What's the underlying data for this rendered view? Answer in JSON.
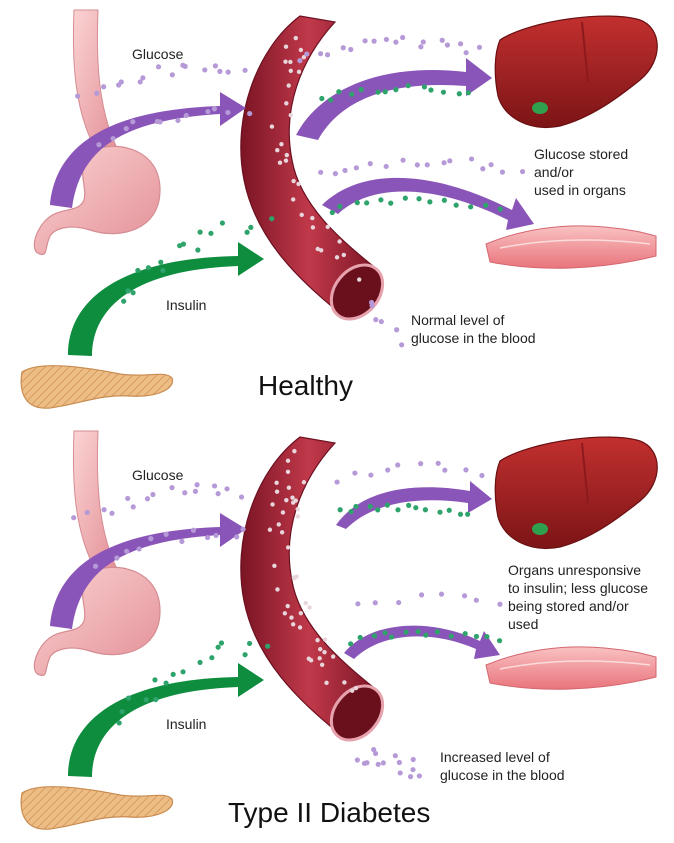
{
  "colors": {
    "glucose_dot": "#b69ad8",
    "insulin_dot": "#2ea36b",
    "glucose_arrow": "#8a55b8",
    "insulin_arrow": "#0f8d3f",
    "vessel": "#a8283a",
    "organ_liver": "#a41e22",
    "stomach": "#f0b5b8",
    "pancreas": "#e6b07a",
    "muscle": "#f4a0a4"
  },
  "icons": [
    "esophagus-stomach-icon",
    "pancreas-icon",
    "blood-vessel-icon",
    "liver-icon",
    "muscle-icon"
  ],
  "panels": [
    {
      "title": "Healthy",
      "glucose_label": "Glucose",
      "insulin_label": "Insulin",
      "organs_lines": [
        "Glucose stored",
        "and/or",
        "used in organs"
      ],
      "blood_lines": [
        "Normal level of",
        "glucose in the blood"
      ]
    },
    {
      "title": "Type II Diabetes",
      "glucose_label": "Glucose",
      "insulin_label": "Insulin",
      "organs_lines": [
        "Organs unresponsive",
        "to insulin; less glucose",
        "being stored and/or",
        "used"
      ],
      "blood_lines": [
        "Increased level of",
        "glucose in the blood"
      ]
    }
  ]
}
